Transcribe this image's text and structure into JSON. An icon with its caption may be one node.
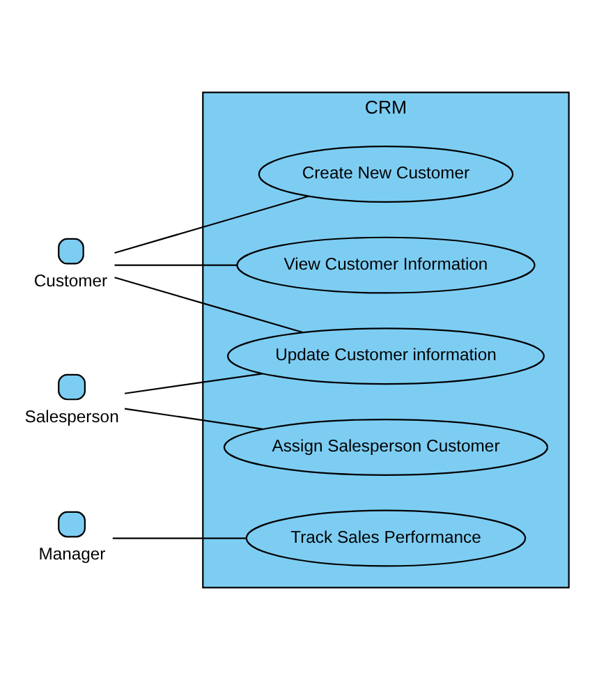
{
  "diagram": {
    "nodes": [
      {
        "text": [
          "Customer"
        ]
      },
      {
        "text": [
          "Salesperson"
        ]
      },
      {
        "text": [
          "Manager"
        ]
      },
      {
        "text": [
          "CRM"
        ]
      },
      {
        "text": [
          "Create New Customer"
        ],
        "in": 3
      },
      {
        "text": [
          "View Customer Information"
        ],
        "in": 3
      },
      {
        "text": [
          "Update Customer information"
        ],
        "in": 3
      },
      {
        "text": [
          "Assign Salesperson Customer"
        ],
        "in": 3
      },
      {
        "text": [
          "Track Sales Performance"
        ],
        "in": 3
      }
    ],
    "edges": [
      {
        "from": 0,
        "to": 4,
        "arrow": "none"
      },
      {
        "from": 0,
        "to": 5,
        "arrow": "none"
      },
      {
        "from": 0,
        "to": 6,
        "arrow": "none"
      },
      {
        "from": 1,
        "to": 6,
        "arrow": "none"
      },
      {
        "from": 1,
        "to": 7,
        "arrow": "none"
      },
      {
        "from": 2,
        "to": 8,
        "arrow": "none"
      }
    ]
  }
}
